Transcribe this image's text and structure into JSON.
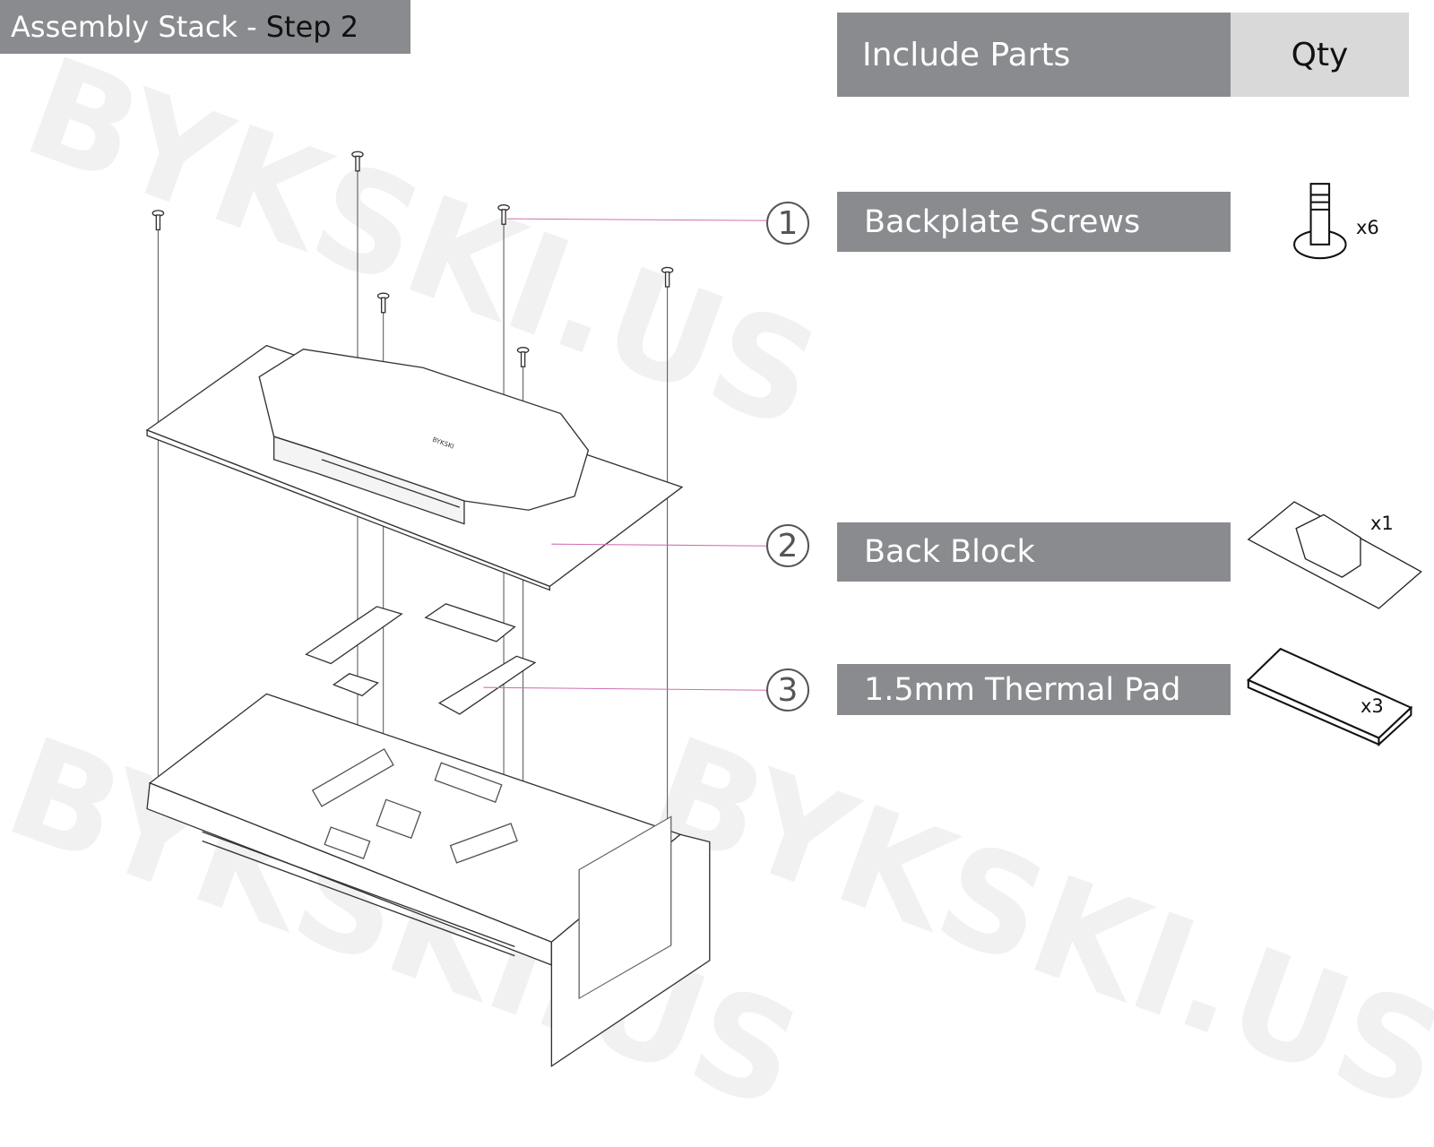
{
  "title": {
    "prefix": "Assembly Stack -",
    "step": "Step 2"
  },
  "table": {
    "header_parts": "Include Parts",
    "header_qty": "Qty"
  },
  "parts": [
    {
      "number": "1",
      "name": "Backplate Screws",
      "qty": "x6"
    },
    {
      "number": "2",
      "name": "Back Block",
      "qty": "x1"
    },
    {
      "number": "3",
      "name": "1.5mm Thermal Pad",
      "qty": "x3"
    }
  ],
  "watermark": "BYKSKI.US",
  "colors": {
    "bar": "#8a8b8f",
    "qty_header": "#d9d9d9",
    "leader": "#d070b0"
  }
}
